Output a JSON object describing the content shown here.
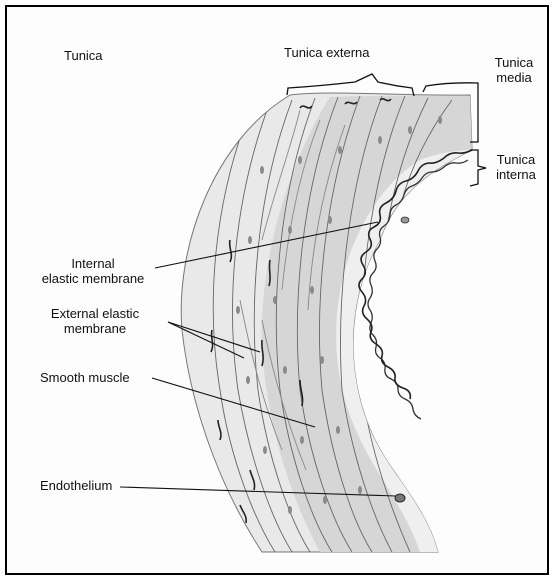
{
  "labels": {
    "tunica": "Tunica",
    "tunica_externa": "Tunica externa",
    "tunica_media_1": "Tunica",
    "tunica_media_2": "media",
    "tunica_interna_1": "Tunica",
    "tunica_interna_2": "interna",
    "internal_elastic_1": "Internal",
    "internal_elastic_2": "elastic membrane",
    "external_elastic_1": "External elastic",
    "external_elastic_2": "membrane",
    "smooth_muscle": "Smooth muscle",
    "endothelium": "Endothelium"
  },
  "colors": {
    "ink": "#111111",
    "tissue_light": "#e6e6e6",
    "tissue_mid": "#cfcfcf",
    "tissue_dark": "#b8b8b8",
    "fiber": "#555555"
  }
}
